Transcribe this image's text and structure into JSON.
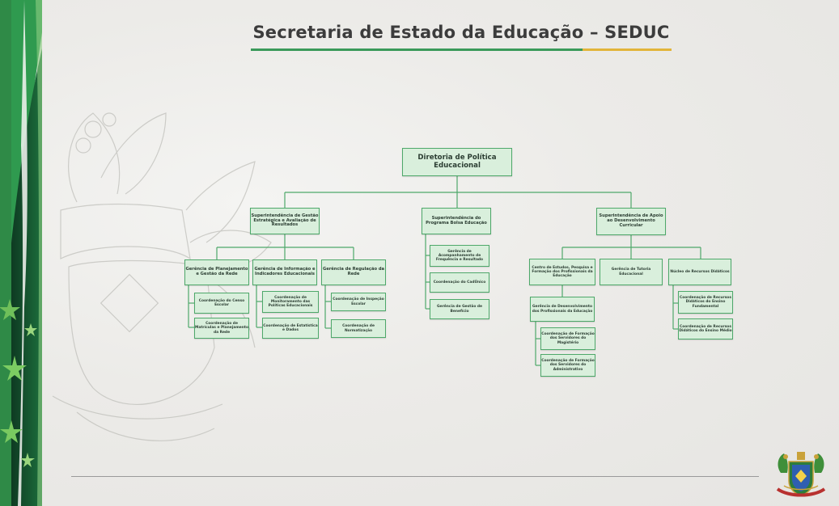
{
  "page": {
    "title": "Secretaria de Estado da Educação – SEDUC"
  },
  "org": {
    "root": "Diretoria de Política Educacional",
    "sup_gestao": "Superintendência de Gestão Estratégica e Avaliação de Resultados",
    "sup_bolsa": "Superintendência do Programa Bolsa Educação",
    "sup_apoio": "Superintendência de Apoio ao Desenvolvimento Curricular",
    "ger_planejamento": "Gerência de Planejamento e Gestão da Rede",
    "ger_informacao": "Gerência de Informação e Indicadores Educacionais",
    "ger_regulacao": "Gerência de Regulação da Rede",
    "coord_censo": "Coordenação do Censo Escolar",
    "coord_matriculas": "Coordenação de Matrículas e Planejamento da Rede",
    "coord_monitoramento": "Coordenação de Monitoramento das Políticas Educacionais",
    "coord_estatistica": "Coordenação de Estatística e Dados",
    "coord_inspecao": "Coordenação de Inspeção Escolar",
    "coord_normatizacao": "Coordenação de Normatização",
    "ger_acompanhamento": "Gerência de Acompanhamento de Frequência e Resultado",
    "coord_cadunico": "Coordenação do CadÚnico",
    "ger_beneficio": "Gerência de Gestão de Benefício",
    "centro_estudos": "Centro de Estudos, Pesquisa e Formação dos Profissionais da Educação",
    "ger_tutoria": "Gerência de Tutoria Educacional",
    "nucleo_recursos": "Núcleo de Recursos Didáticos",
    "ger_desenvolvimento": "Gerência de Desenvolvimento dos Profissionais da Educação",
    "coord_magisterio": "Coordenação de Formação dos Servidores do Magistério",
    "coord_administrativo": "Coordenação de Formação dos Servidores do Administrativo",
    "coord_fundamental": "Coordenação de Recursos Didáticos do Ensino Fundamental",
    "coord_medio": "Coordenação de Recursos Didáticos do Ensino Médio"
  },
  "colors": {
    "box_fill": "#d9efdc",
    "box_border": "#4ea86a",
    "connector": "#4ea86a",
    "brand_green": "#3a9a5a",
    "brand_yellow": "#e2b53a"
  }
}
